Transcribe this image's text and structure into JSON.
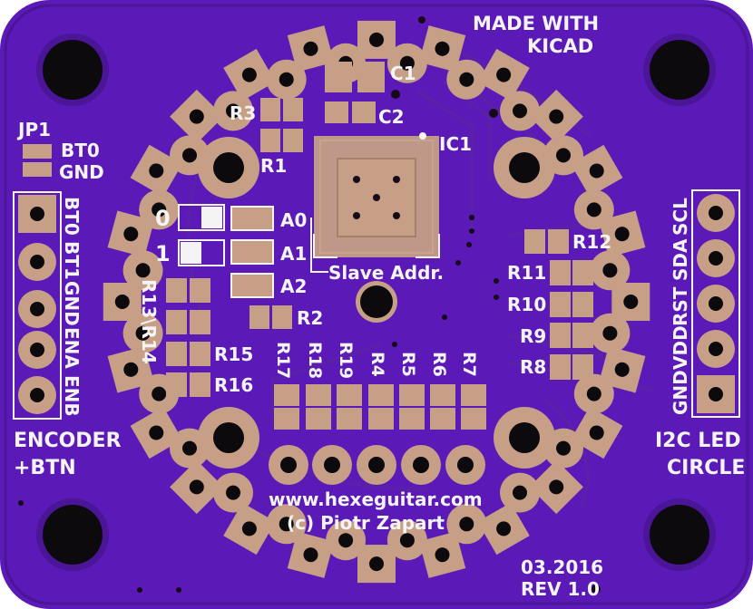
{
  "board": {
    "colors": {
      "board": "#5b1ab7",
      "board_edge": "#4a1596",
      "copper_pad": "#c69f86",
      "silkscreen": "#f4f4f4",
      "hole": "#0c0a0d",
      "trace": "#6d2aa6"
    }
  },
  "labels": {
    "made_with_1": "MADE WITH",
    "made_with_2": "KICAD",
    "c1": "C1",
    "c2": "C2",
    "r1": "R1",
    "r2": "R2",
    "r3": "R3",
    "r4": "R4",
    "r5": "R5",
    "r6": "R6",
    "r7": "R7",
    "r8": "R8",
    "r9": "R9",
    "r10": "R10",
    "r11": "R11",
    "r12": "R12",
    "r13_14": "R13\\R14",
    "r15": "R15",
    "r16": "R16",
    "r17": "R17",
    "r18": "R18",
    "r19": "R19",
    "ic1": "IC1",
    "jp1": "JP1",
    "bt0": "BT0",
    "gnd": "GND",
    "zero": "0",
    "one": "1",
    "a0": "A0",
    "a1": "A1",
    "a2": "A2",
    "slave_addr": "Slave Addr.",
    "website": "www.hexeguitar.com",
    "copyright": "(c) Piotr Zapart",
    "date": "03.2016",
    "rev": "REV 1.0"
  },
  "encoder_header": {
    "pins": [
      "BT0",
      "BT1",
      "GND",
      "ENA",
      "ENB"
    ],
    "caption_1": "ENCODER",
    "caption_2": "+BTN"
  },
  "led_header": {
    "pins": [
      "SCL",
      "SDA",
      "RST",
      "VDD",
      "GND"
    ],
    "caption_1": "I2C LED",
    "caption_2": "CIRCLE"
  }
}
